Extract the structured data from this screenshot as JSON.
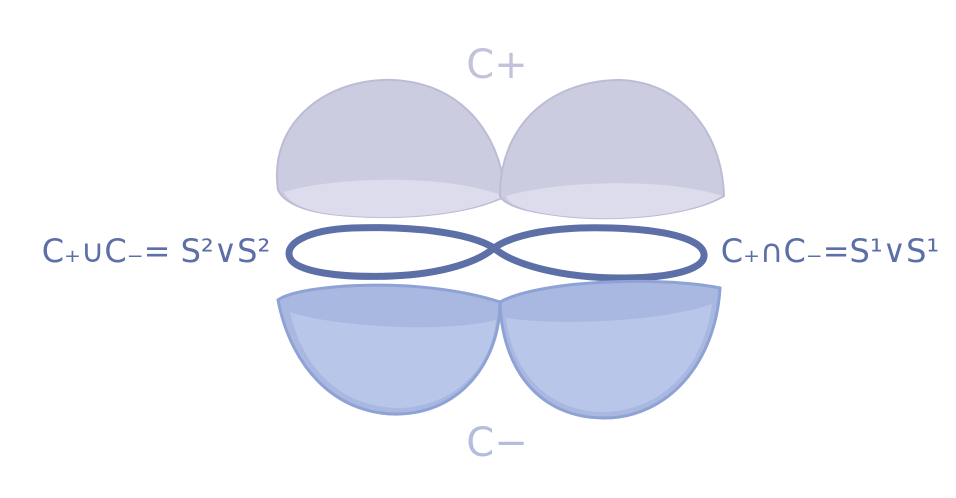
{
  "labels": {
    "top": "C+",
    "bottom": "C−",
    "left": "C₊∪C₋= S²∨S²",
    "right": "C₊∩C₋=S¹∨S¹"
  },
  "colors": {
    "top_cap": "#cccce1",
    "top_cap_edge": "#bcbcd6",
    "top_cap_base": "#dcdcec",
    "bottom_cap": "#a9b8e0",
    "bottom_cap_edge": "#8fa2d6",
    "bottom_cap_inner": "#b8c6ea",
    "figure_eight": "#5c6fa6",
    "text_top": "#c2c2da",
    "text_bottom": "#b3bede",
    "text_side": "#5c6fa6"
  }
}
